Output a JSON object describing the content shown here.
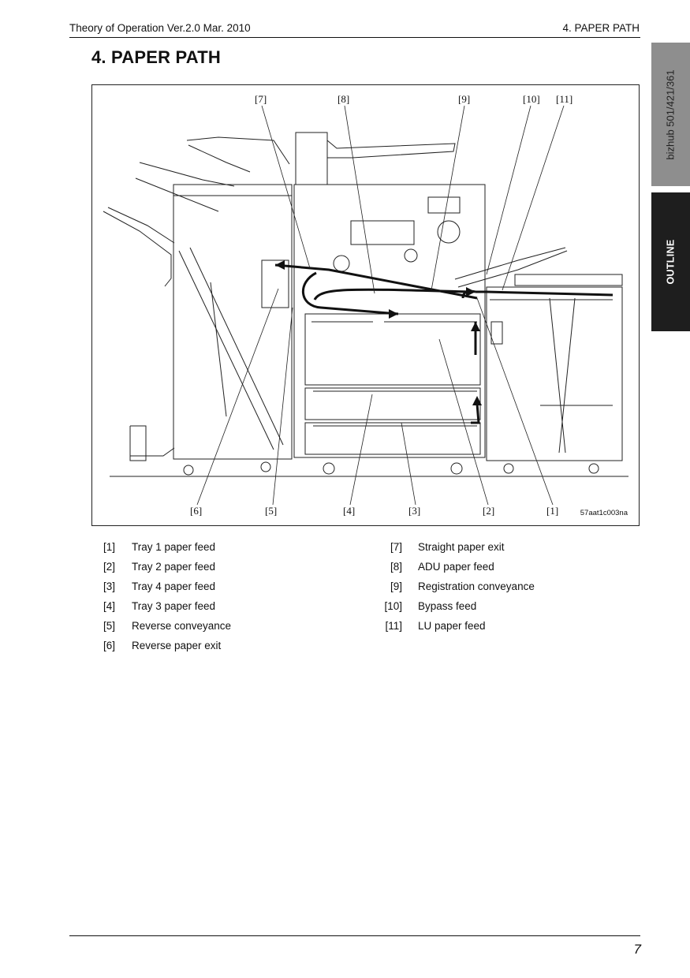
{
  "header": {
    "left": "Theory of Operation Ver.2.0 Mar. 2010",
    "right": "4. PAPER PATH"
  },
  "title": "4.  PAPER PATH",
  "side_tabs": {
    "model": "bizhub 501/421/361",
    "section": "OUTLINE"
  },
  "figure": {
    "code": "57aat1c003na",
    "top_callouts": [
      "[7]",
      "[8]",
      "[9]",
      "[10]",
      "[11]"
    ],
    "bottom_callouts": [
      "[6]",
      "[5]",
      "[4]",
      "[3]",
      "[2]",
      "[1]"
    ]
  },
  "legend": {
    "left": [
      {
        "num": "[1]",
        "label": "Tray 1 paper feed"
      },
      {
        "num": "[2]",
        "label": "Tray 2 paper feed"
      },
      {
        "num": "[3]",
        "label": "Tray 4 paper feed"
      },
      {
        "num": "[4]",
        "label": "Tray 3 paper feed"
      },
      {
        "num": "[5]",
        "label": "Reverse conveyance"
      },
      {
        "num": "[6]",
        "label": "Reverse paper exit"
      }
    ],
    "right": [
      {
        "num": "[7]",
        "label": "Straight paper exit"
      },
      {
        "num": "[8]",
        "label": "ADU paper feed"
      },
      {
        "num": "[9]",
        "label": "Registration conveyance"
      },
      {
        "num": "[10]",
        "label": "Bypass feed"
      },
      {
        "num": "[11]",
        "label": "LU paper feed"
      }
    ]
  },
  "footer": {
    "page_number": "7"
  }
}
